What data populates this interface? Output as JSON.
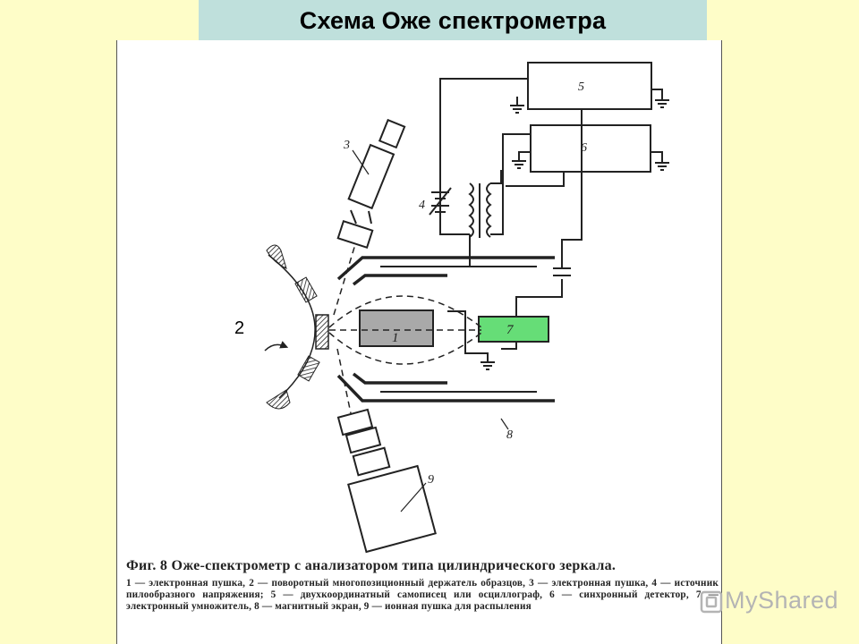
{
  "title": "Схема Оже спектрометра",
  "labels": {
    "one": "1",
    "two": "2",
    "three": "3",
    "four": "4",
    "five": "5",
    "six": "6",
    "seven": "7",
    "eight": "8",
    "nine": "9"
  },
  "caption": {
    "heading": "Фиг. 8  Оже-спектрометр с анализатором типа цилиндрического зеркала.",
    "text": "1 — электронная пушка, 2 — поворотный многопозиционный держатель образцов, 3 — электронная пушка, 4 — источник пилообразного напряжения; 5 — двухкоординатный самописец или осциллограф, 6 — синхронный детектор, 7 — электронный умножитель, 8 — магнитный экран, 9 — ионная пушка для распыления"
  },
  "watermark": {
    "text": "MyShared"
  },
  "colors": {
    "background": "#fefdc8",
    "title_bar": "#bfe0dc",
    "gun_fill": "#a9a9a9",
    "multiplier_fill": "#66dd77",
    "ink": "#222222"
  }
}
